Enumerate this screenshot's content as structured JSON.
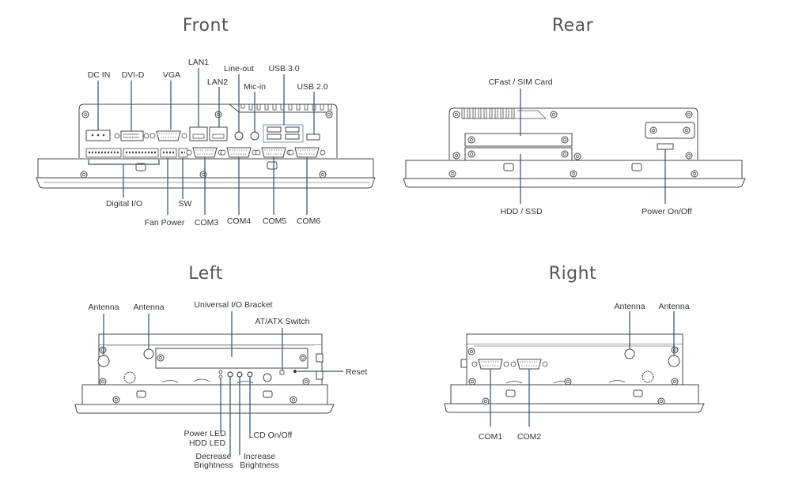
{
  "views": {
    "front": {
      "title": "Front",
      "labels": {
        "dc_in": "DC IN",
        "dvi_d": "DVI-D",
        "vga": "VGA",
        "lan1": "LAN1",
        "lan2": "LAN2",
        "line_out": "Line-out",
        "mic_in": "Mic-in",
        "usb30": "USB 3.0",
        "usb20": "USB 2.0",
        "digital_io": "Digital I/O",
        "fan_power": "Fan Power",
        "sw": "SW",
        "com3": "COM3",
        "com4": "COM4",
        "com5": "COM5",
        "com6": "COM6"
      }
    },
    "rear": {
      "title": "Rear",
      "labels": {
        "cfast_sim": "CFast / SIM Card",
        "hdd_ssd": "HDD / SSD",
        "power": "Power On/Off"
      }
    },
    "left": {
      "title": "Left",
      "labels": {
        "antenna1": "Antenna",
        "antenna2": "Antenna",
        "uio": "Universal I/O Bracket",
        "atatx": "AT/ATX Switch",
        "reset": "Reset",
        "power_led": "Power LED",
        "hdd_led": "HDD LED",
        "dec_bright_1": "Decrease",
        "dec_bright_2": "Brightness",
        "inc_bright_1": "Increase",
        "inc_bright_2": "Brightness",
        "lcd": "LCD On/Off"
      }
    },
    "right": {
      "title": "Right",
      "labels": {
        "antenna1": "Antenna",
        "antenna2": "Antenna",
        "com1": "COM1",
        "com2": "COM2"
      }
    }
  },
  "colors": {
    "leader": "#2d4f73",
    "outline": "#444444",
    "title": "#555555",
    "text": "#333333"
  }
}
